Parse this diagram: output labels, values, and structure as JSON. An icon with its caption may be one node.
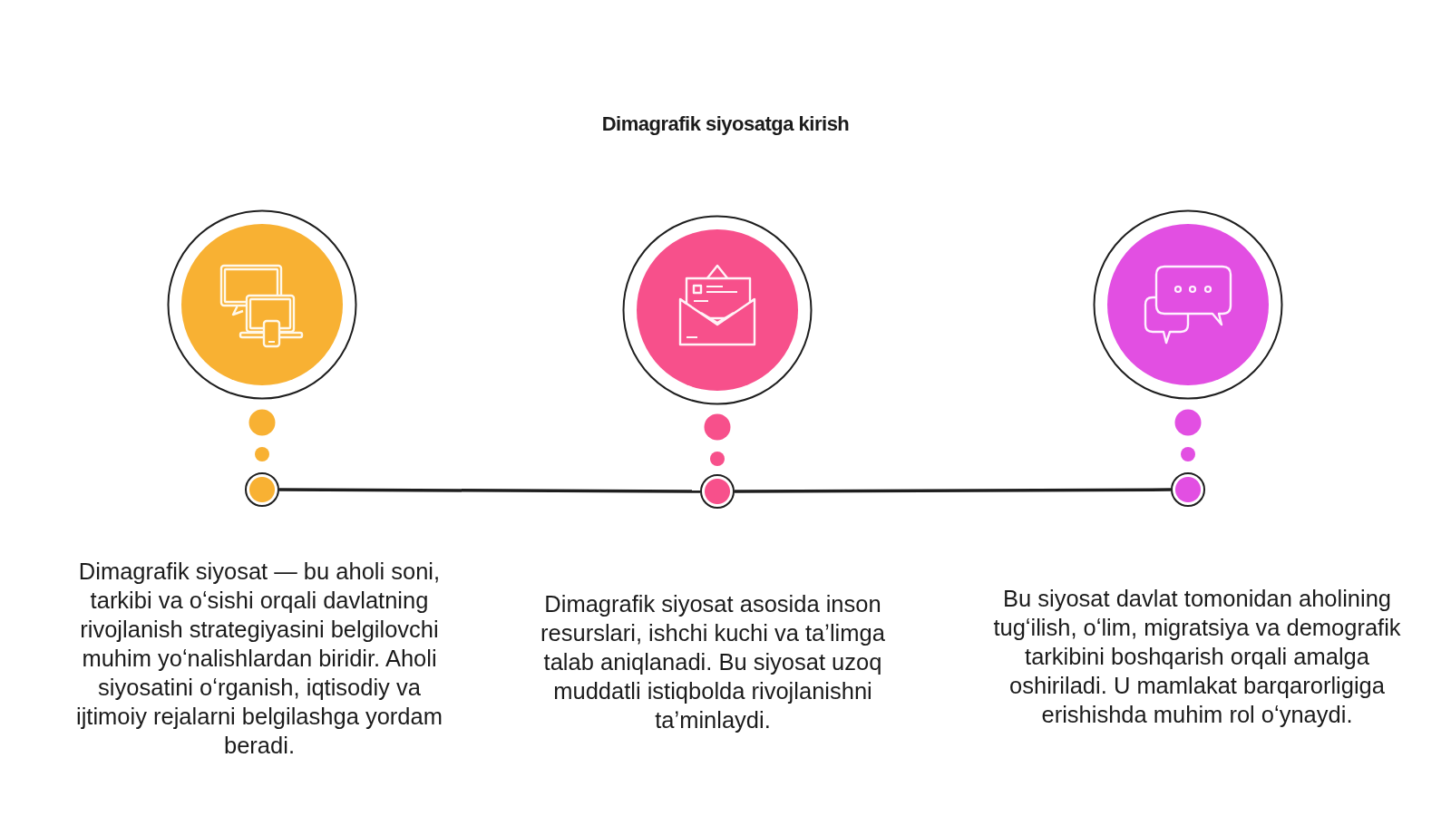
{
  "diagram": {
    "title": "Dimagrafik siyosatga kirish",
    "nodes": [
      {
        "text": [],
        "shape": "circle",
        "beside": [
          "Dimagrafik siyosat — bu aholi soni, tarkibi va oʻsishi orqali davlatning rivojlanish strategiyasini belgilovchi muhim yoʻnalishlardan biridir. Aholi siyosatini oʻrganish, iqtisodiy va ijtimoiy rejalarni belgilashga yordam beradi."
        ]
      },
      {
        "text": [],
        "shape": "circle",
        "beside": [
          "Dimagrafik siyosat asosida inson resurslari, ishchi kuchi va taʼlimga talab aniqlanadi. Bu siyosat uzoq muddatli istiqbolda rivojlanishni taʼminlaydi."
        ]
      },
      {
        "text": [],
        "shape": "circle",
        "beside": [
          "Bu siyosat davlat tomonidan aholining tugʻilish, oʻlim, migratsiya va demografik tarkibini boshqarish orqali amalga oshiriladi. U mamlakat barqarorligiga erishishda muhim rol oʻynaydi."
        ]
      }
    ],
    "edges": [
      {
        "from": 0,
        "to": 1,
        "arrow": "none"
      },
      {
        "from": 1,
        "to": 2,
        "arrow": "none"
      }
    ]
  }
}
